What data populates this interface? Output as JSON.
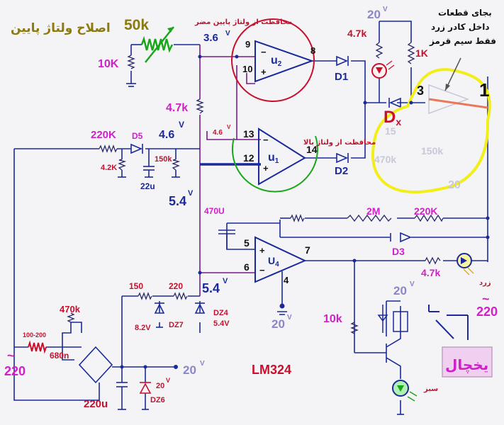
{
  "diagram": {
    "chip": "LM324",
    "title_fa": "اصلاح ولتاژ پایین",
    "note_fa": [
      "بجای قطعات",
      "داخل کادر زرد",
      "فقط سیم قرمز"
    ],
    "low_protect_fa": "محافظت از ولتاژ پایین مضر",
    "high_protect_fa": "محافظت از ولتاژ بالا",
    "fridge_fa": "یخچال",
    "yellow_fa": "زرد",
    "green_fa": "سبز",
    "pot_50k": "50k",
    "r_10k_top": "10K",
    "v_3_6": "3.6",
    "v_unit": "V",
    "pin9": "9",
    "pin10": "10",
    "pin8": "8",
    "u2": "u",
    "u2_sub": "2",
    "d1": "D1",
    "r_4_7k_top": "4.7k",
    "v20_top": "20",
    "r_1k": "1K",
    "r_4_7k_mid": "4.7k",
    "pin13": "13",
    "pin12": "12",
    "pin14": "14",
    "u1": "u",
    "u1_sub": "1",
    "v_4_6_in": "4.6",
    "d2": "D2",
    "dx": "D",
    "dx_sub": "x",
    "n3": "3",
    "n1": "1",
    "r_220k": "220K",
    "d5": "D5",
    "v_4_6": "4.6",
    "r_4_2k": "4.2K",
    "r_150k": "150k",
    "c_22u": "22u",
    "v_5_4a": "5.4",
    "ghost_15": "15",
    "ghost_470k": "470k",
    "ghost_150k": "150k",
    "ghost_20": "20",
    "c_470u": "470U",
    "r_2m": "2M",
    "r_220k_fb": "220K",
    "d3": "D3",
    "pin5": "5",
    "pin6": "6",
    "pin7": "7",
    "pin4": "4",
    "u4": "U",
    "u4_sub": "4",
    "r_4_7k_led": "4.7k",
    "r_150": "150",
    "r_220": "220",
    "v_5_4b": "5.4",
    "dz7_v": "8.2V",
    "dz7": "DZ7",
    "dz4": "DZ4",
    "dz4_v": "5.4V",
    "v20_pin4": "20",
    "r_10k_q": "10k",
    "v20_relay": "20",
    "ac_220_right": "220",
    "r_470k": "470k",
    "r_100_200": "100-200",
    "c_680n": "680n",
    "ac_220_left": "220",
    "v20_out": "20",
    "dz6_v": "20",
    "dz6": "DZ6",
    "c_220u": "220u",
    "tilde": "~"
  },
  "colors": {
    "magenta": "#d020c8",
    "navy": "#1a2a9a",
    "red": "#c8102e",
    "lavender": "#8a86c8",
    "yellow": "#f2ee1a",
    "olive": "#8a7a10",
    "green_pot": "#1aa61a",
    "purple_wire": "#7a1a8a",
    "fridge_box": "#f0d0f0"
  }
}
